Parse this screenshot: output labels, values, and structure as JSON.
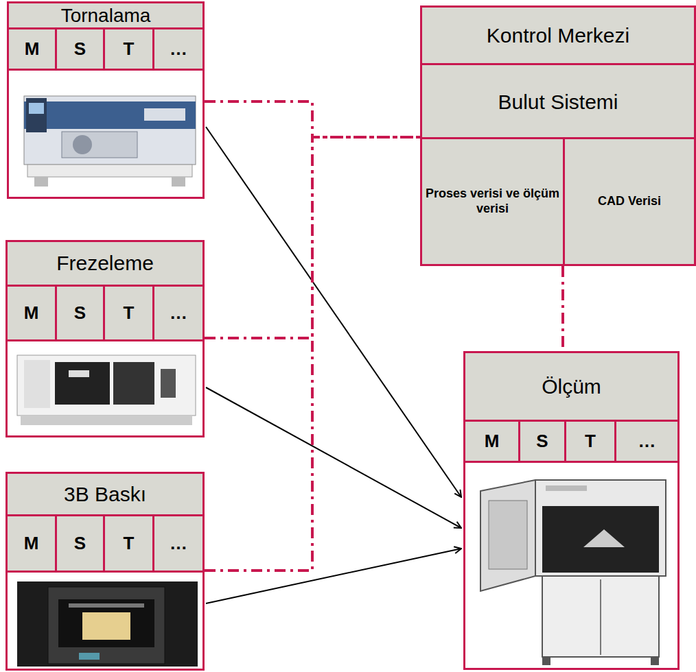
{
  "diagram": {
    "nodes": [
      {
        "text": [
          "Tornalama"
        ]
      },
      {
        "text": [
          "M"
        ],
        "in": 0
      },
      {
        "text": [
          "S"
        ],
        "in": 0
      },
      {
        "text": [
          "T"
        ],
        "in": 0
      },
      {
        "text": [
          "…"
        ],
        "in": 0
      },
      {
        "text": [
          "Kontrol Merkezi",
          "Bulut Sistemi"
        ]
      },
      {
        "text": [
          "Proses verisi ve ölçüm verisi"
        ],
        "in": 5
      },
      {
        "text": [
          "CAD Verisi"
        ],
        "in": 5
      },
      {
        "text": [
          "Frezeleme"
        ]
      },
      {
        "text": [
          "M"
        ],
        "in": 8
      },
      {
        "text": [
          "S"
        ],
        "in": 8
      },
      {
        "text": [
          "T"
        ],
        "in": 8
      },
      {
        "text": [
          "…"
        ],
        "in": 8
      },
      {
        "text": [
          "3B Baskı"
        ]
      },
      {
        "text": [
          "M"
        ],
        "in": 13
      },
      {
        "text": [
          "S"
        ],
        "in": 13
      },
      {
        "text": [
          "T"
        ],
        "in": 13
      },
      {
        "text": [
          "…"
        ],
        "in": 13
      },
      {
        "text": [
          "Ölçüm"
        ]
      },
      {
        "text": [
          "M"
        ],
        "in": 18
      },
      {
        "text": [
          "S"
        ],
        "in": 18
      },
      {
        "text": [
          "T"
        ],
        "in": 18
      },
      {
        "text": [
          "…"
        ],
        "in": 18
      }
    ],
    "edges": [
      {
        "from": 0,
        "to": 18,
        "arrow": "to"
      },
      {
        "from": 8,
        "to": 18,
        "arrow": "to"
      },
      {
        "from": 13,
        "to": 18,
        "arrow": "to"
      },
      {
        "from": 0,
        "to": 5,
        "arrow": "none"
      },
      {
        "from": 8,
        "to": 5,
        "arrow": "none"
      },
      {
        "from": 13,
        "to": 5,
        "arrow": "none"
      },
      {
        "from": 5,
        "to": 18,
        "arrow": "none"
      }
    ]
  }
}
